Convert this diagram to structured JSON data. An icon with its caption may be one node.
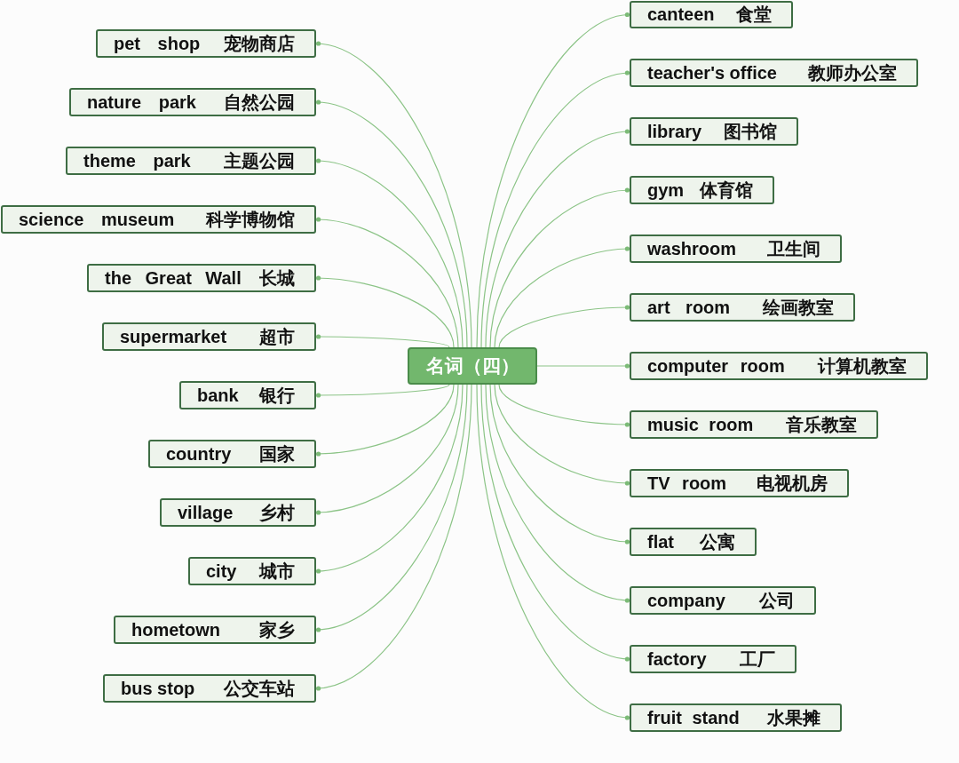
{
  "diagram": {
    "nodes": [
      {
        "text": [
          "名词（四）"
        ]
      },
      {
        "text": [
          "pet shop",
          "宠物商店"
        ]
      },
      {
        "text": [
          "nature park",
          "自然公园"
        ]
      },
      {
        "text": [
          "theme park",
          "主题公园"
        ]
      },
      {
        "text": [
          "science museum",
          "科学博物馆"
        ]
      },
      {
        "text": [
          "the Great Wall",
          "长城"
        ]
      },
      {
        "text": [
          "supermarket",
          "超市"
        ]
      },
      {
        "text": [
          "bank",
          "银行"
        ]
      },
      {
        "text": [
          "country",
          "国家"
        ]
      },
      {
        "text": [
          "village",
          "乡村"
        ]
      },
      {
        "text": [
          "city",
          "城市"
        ]
      },
      {
        "text": [
          "hometown",
          "家乡"
        ]
      },
      {
        "text": [
          "bus stop",
          "公交车站"
        ]
      },
      {
        "text": [
          "canteen",
          "食堂"
        ]
      },
      {
        "text": [
          "teacher's office",
          "教师办公室"
        ]
      },
      {
        "text": [
          "library",
          "图书馆"
        ]
      },
      {
        "text": [
          "gym",
          "体育馆"
        ]
      },
      {
        "text": [
          "washroom",
          "卫生间"
        ]
      },
      {
        "text": [
          "art room",
          "绘画教室"
        ]
      },
      {
        "text": [
          "computer room",
          "计算机教室"
        ]
      },
      {
        "text": [
          "music room",
          "音乐教室"
        ]
      },
      {
        "text": [
          "TV room",
          "电视机房"
        ]
      },
      {
        "text": [
          "flat",
          "公寓"
        ]
      },
      {
        "text": [
          "company",
          "公司"
        ]
      },
      {
        "text": [
          "factory",
          "工厂"
        ]
      },
      {
        "text": [
          "fruit stand",
          "水果摊"
        ]
      }
    ],
    "edges": [
      {
        "from": 0,
        "to": 1,
        "arrow": "other"
      },
      {
        "from": 0,
        "to": 2,
        "arrow": "other"
      },
      {
        "from": 0,
        "to": 3,
        "arrow": "other"
      },
      {
        "from": 0,
        "to": 4,
        "arrow": "other"
      },
      {
        "from": 0,
        "to": 5,
        "arrow": "other"
      },
      {
        "from": 0,
        "to": 6,
        "arrow": "other"
      },
      {
        "from": 0,
        "to": 7,
        "arrow": "other"
      },
      {
        "from": 0,
        "to": 8,
        "arrow": "other"
      },
      {
        "from": 0,
        "to": 9,
        "arrow": "other"
      },
      {
        "from": 0,
        "to": 10,
        "arrow": "other"
      },
      {
        "from": 0,
        "to": 11,
        "arrow": "other"
      },
      {
        "from": 0,
        "to": 12,
        "arrow": "other"
      },
      {
        "from": 0,
        "to": 13,
        "arrow": "other"
      },
      {
        "from": 0,
        "to": 14,
        "arrow": "other"
      },
      {
        "from": 0,
        "to": 15,
        "arrow": "other"
      },
      {
        "from": 0,
        "to": 16,
        "arrow": "other"
      },
      {
        "from": 0,
        "to": 17,
        "arrow": "other"
      },
      {
        "from": 0,
        "to": 18,
        "arrow": "other"
      },
      {
        "from": 0,
        "to": 19,
        "arrow": "other"
      },
      {
        "from": 0,
        "to": 20,
        "arrow": "other"
      },
      {
        "from": 0,
        "to": 21,
        "arrow": "other"
      },
      {
        "from": 0,
        "to": 22,
        "arrow": "other"
      },
      {
        "from": 0,
        "to": 23,
        "arrow": "other"
      },
      {
        "from": 0,
        "to": 24,
        "arrow": "other"
      },
      {
        "from": 0,
        "to": 25,
        "arrow": "other"
      }
    ]
  }
}
